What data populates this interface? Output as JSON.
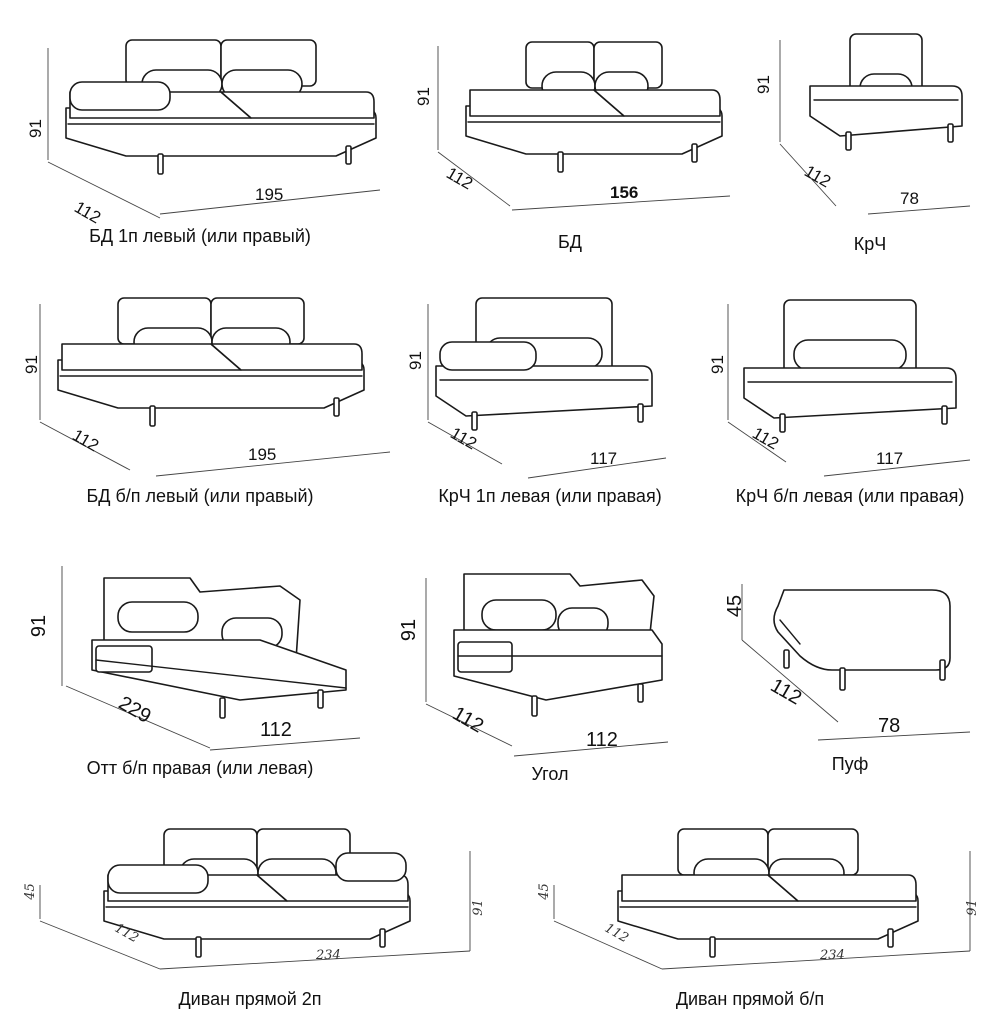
{
  "items": [
    {
      "id": "bd-1p",
      "type": "sofa",
      "caption": "БД 1п левый (или правый)",
      "height": "91",
      "depth": "112",
      "width": "195",
      "arm": "left"
    },
    {
      "id": "bd",
      "type": "sofa",
      "caption": "БД",
      "height": "91",
      "depth": "112",
      "width": "156",
      "width_bold": true
    },
    {
      "id": "krch",
      "type": "chair",
      "caption": "КрЧ",
      "height": "91",
      "depth": "112",
      "width": "78"
    },
    {
      "id": "bd-bp",
      "type": "sofa",
      "caption": "БД б/п левый (или правый)",
      "height": "91",
      "depth": "112",
      "width": "195"
    },
    {
      "id": "krch-1p",
      "type": "chair-wide",
      "caption": "КрЧ 1п левая (или правая)",
      "height": "91",
      "depth": "112",
      "width": "117",
      "arm": "left"
    },
    {
      "id": "krch-bp",
      "type": "chair-wide",
      "caption": "КрЧ б/п левая (или правая)",
      "height": "91",
      "depth": "112",
      "width": "117"
    },
    {
      "id": "ott",
      "type": "ottoman",
      "caption": "Отт б/п правая (или левая)",
      "height": "91",
      "depth": "229",
      "width": "112"
    },
    {
      "id": "ugol",
      "type": "corner",
      "caption": "Угол",
      "height": "91",
      "depth": "112",
      "width": "112"
    },
    {
      "id": "puf",
      "type": "pouf",
      "caption": "Пуф",
      "height": "45",
      "depth": "112",
      "width": "78"
    },
    {
      "id": "divan-2p",
      "type": "sofa-long",
      "caption": "Диван прямой 2п",
      "seat_height": "45",
      "height": "91",
      "depth": "112",
      "width": "234",
      "arm": "both"
    },
    {
      "id": "divan-bp",
      "type": "sofa-long",
      "caption": "Диван прямой б/п",
      "seat_height": "45",
      "height": "91",
      "depth": "112",
      "width": "234"
    }
  ]
}
